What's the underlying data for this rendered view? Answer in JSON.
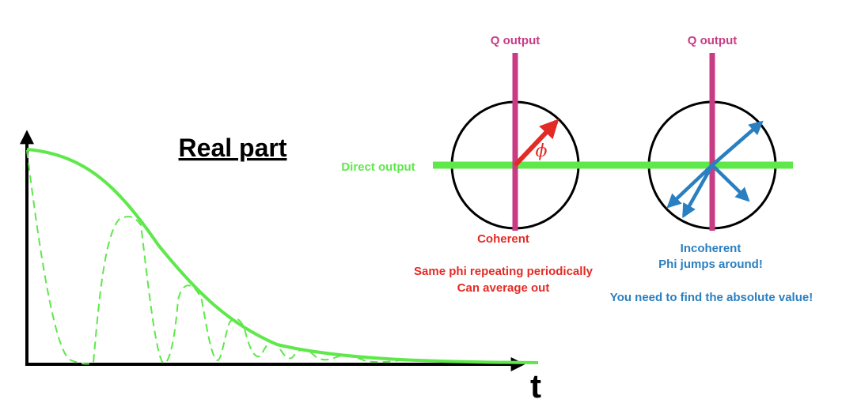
{
  "decay_plot": {
    "title": "Real part",
    "axis_label_t": "t"
  },
  "phasor_diagram": {
    "direct_output_label": "Direct output",
    "q_output_label_left": "Q output",
    "q_output_label_right": "Q output",
    "phi_symbol": "ϕ",
    "coherent": {
      "label": "Coherent",
      "note_line1": "Same phi repeating periodically",
      "note_line2": "Can average out"
    },
    "incoherent": {
      "label_line1": "Incoherent",
      "label_line2": "Phi jumps around!",
      "note": "You need to find the absolute value!"
    }
  },
  "colors": {
    "green": "#5ee84a",
    "magenta": "#c83c84",
    "red": "#e32b25",
    "blue": "#2a7fc1",
    "black": "#000000"
  }
}
